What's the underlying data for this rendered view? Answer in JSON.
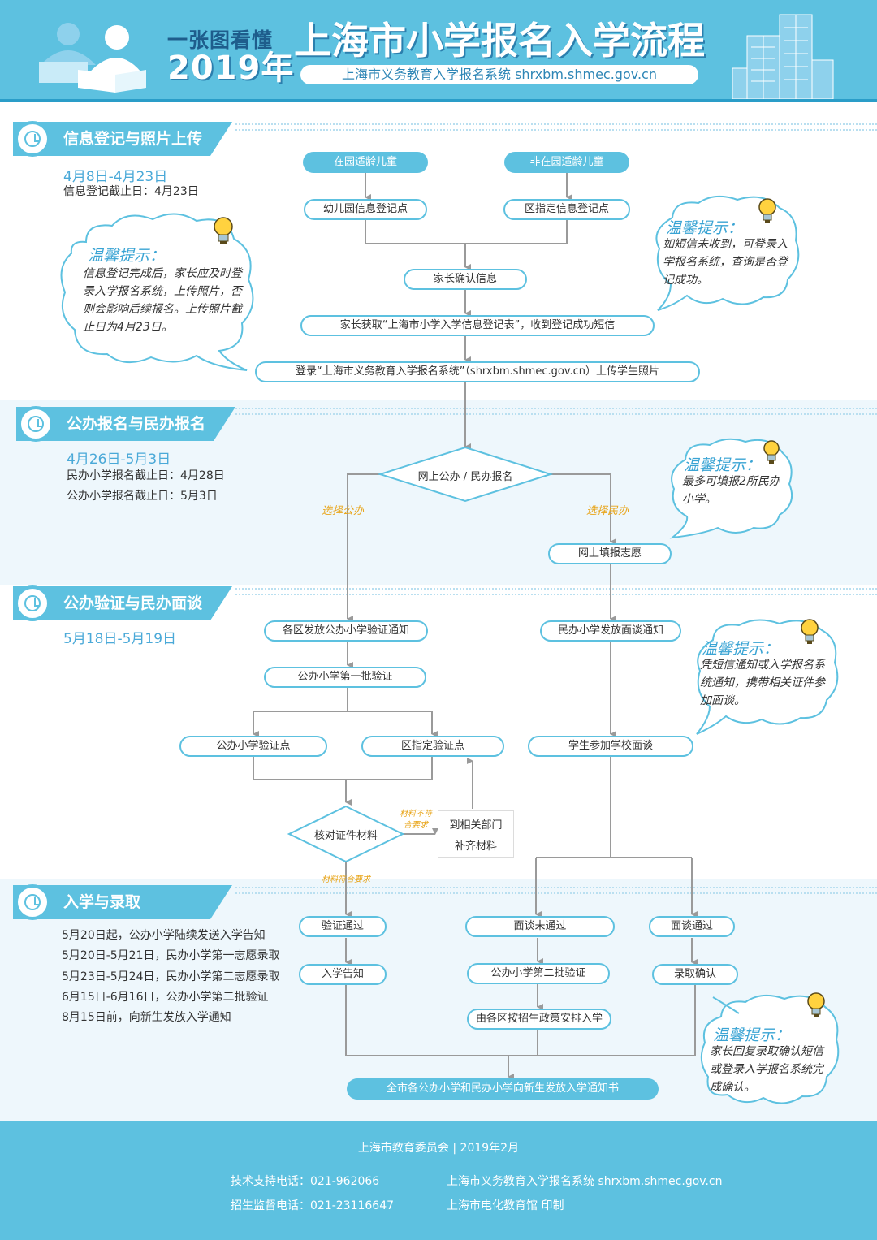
{
  "header": {
    "kicker": "一张图看懂",
    "year": "2019年",
    "title": "上海市小学报名入学流程",
    "subtitle": "上海市义务教育入学报名系统 shrxbm.shmec.gov.cn"
  },
  "sections": [
    {
      "title": "信息登记与照片上传",
      "date": "4月8日-4月23日",
      "notes": [
        "信息登记截止日：4月23日"
      ]
    },
    {
      "title": "公办报名与民办报名",
      "date": "4月26日-5月3日",
      "notes": [
        "民办小学报名截止日：4月28日",
        "公办小学报名截止日：5月3日"
      ]
    },
    {
      "title": "公办验证与民办面谈",
      "date": "5月18日-5月19日",
      "notes": []
    },
    {
      "title": "入学与录取",
      "date": "",
      "notes": [
        "5月20日起，公办小学陆续发送入学告知",
        "5月20日-5月21日，民办小学第一志愿录取",
        "5月23日-5月24日，民办小学第二志愿录取",
        "6月15日-6月16日，公办小学第二批验证",
        "8月15日前，向新生发放入学通知"
      ]
    }
  ],
  "flow": {
    "in_kg": "在园适龄儿童",
    "not_in_kg": "非在园适龄儿童",
    "kg_point": "幼儿园信息登记点",
    "district_point": "区指定信息登记点",
    "confirm": "家长确认信息",
    "get_form": "家长获取“上海市小学入学信息登记表”，收到登记成功短信",
    "upload": "登录“上海市义务教育入学报名系统”（shrxbm.shmec.gov.cn）上传学生照片",
    "online": "网上公办 / 民办报名",
    "choose_public": "选择公办",
    "choose_private": "选择民办",
    "fill": "网上填报志愿",
    "notice_public": "各区发放公办小学验证通知",
    "notice_private": "民办小学发放面谈通知",
    "first_verify": "公办小学第一批验证",
    "verify_point": "公办小学验证点",
    "district_verify": "区指定验证点",
    "interview": "学生参加学校面谈",
    "check": "核对证件材料",
    "not_meet": "材料不符合要求",
    "dept_line1": "到相关部门",
    "dept_line2": "补齐材料",
    "meet": "材料符合要求",
    "verify_pass": "验证通过",
    "enroll_notice": "入学告知",
    "interview_fail": "面谈未通过",
    "second_verify": "公办小学第二批验证",
    "district_arrange": "由各区按招生政策安排入学",
    "interview_pass": "面谈通过",
    "admit_confirm": "录取确认",
    "final": "全市各公办小学和民办小学向新生发放入学通知书"
  },
  "tips": {
    "title": "温馨提示：",
    "tip1": "信息登记完成后，家长应及时登录入学报名系统，上传照片，否则会影响后续报名。上传照片截止日为4月23日。",
    "tip2": "如短信未收到，可登录入学报名系统，查询是否登记成功。",
    "tip3": "最多可填报2所民办小学。",
    "tip4": "凭短信通知或入学报名系统通知，携带相关证件参加面谈。",
    "tip5": "家长回复录取确认短信或登录入学报名系统完成确认。"
  },
  "footer": {
    "org": "上海市教育委员会 | 2019年2月",
    "support": "技术支持电话：021-962066",
    "supervise": "招生监督电话：021-23116647",
    "system": "上海市义务教育入学报名系统 shrxbm.shmec.gov.cn",
    "printer": "上海市电化教育馆 印制"
  },
  "colors": {
    "primary": "#5dc1e0",
    "dark": "#2a9dc8",
    "accent": "#e8a51a",
    "tint": "#eef7fc"
  }
}
